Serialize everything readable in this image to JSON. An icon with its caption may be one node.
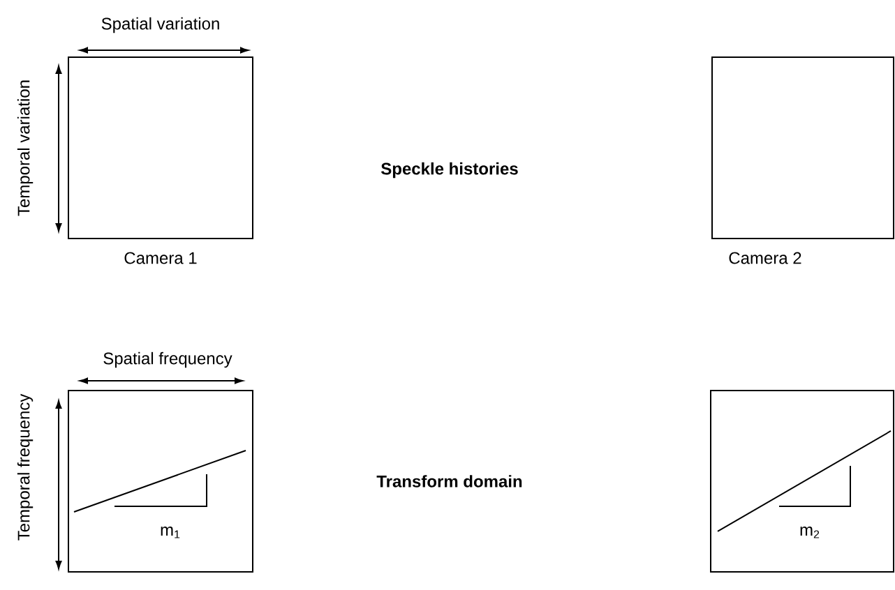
{
  "diagram": {
    "nodes": [
      {
        "text": [],
        "shape": "box",
        "beside": [
          "Camera 1"
        ]
      },
      {
        "text": [],
        "shape": "box",
        "beside": [
          "Camera 2"
        ]
      },
      {
        "text": [
          "m$_{1}$"
        ]
      },
      {
        "text": [
          "m$_{2}$"
        ]
      }
    ],
    "labels": [
      "Spatial variation",
      "Temporal variation",
      "Speckle histories",
      "Spatial frequency",
      "Temporal frequency",
      "Transform domain"
    ]
  }
}
